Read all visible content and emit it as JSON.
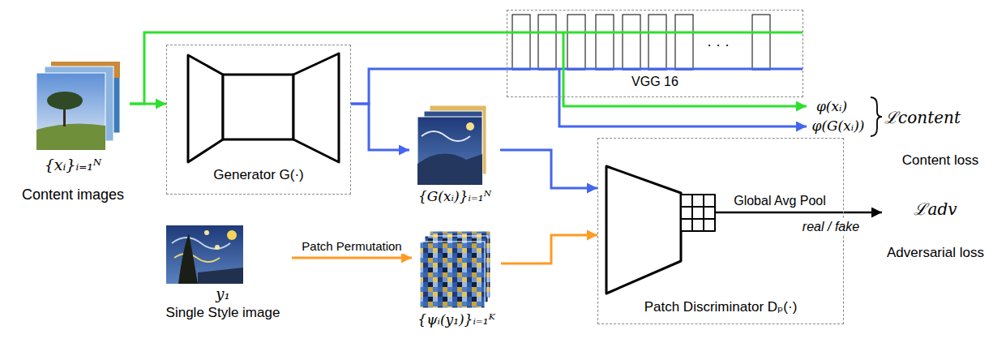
{
  "diagram": {
    "nodes": [
      {
        "text": [
          "{xᵢ}ᵢ₌₁ᴺ",
          "Content images"
        ]
      },
      {
        "text": [
          "Generator G(·)"
        ]
      },
      {
        "text": [
          "· · ·",
          "VGG 16"
        ]
      },
      {
        "text": [
          "{G(xᵢ)}ᵢ₌₁ᴺ"
        ]
      },
      {
        "text": [
          "y₁",
          "Single Style image"
        ]
      },
      {
        "text": [
          "{ψᵢ(y₁)}ᵢ₌₁ᴷ"
        ]
      },
      {
        "text": [
          "Patch Discriminator Dₚ(·)"
        ]
      },
      {
        "text": [
          "φ(xᵢ)"
        ]
      },
      {
        "text": [
          "φ(G(xᵢ))"
        ]
      },
      {
        "text": [
          "ℒadv",
          "Adversarial loss"
        ]
      }
    ],
    "edges": [
      {
        "from": 0,
        "to": 1,
        "arrow": "to"
      },
      {
        "from": 0,
        "to": 2,
        "arrow": "none"
      },
      {
        "from": 1,
        "to": 3,
        "arrow": "to"
      },
      {
        "from": 1,
        "to": 2,
        "arrow": "none"
      },
      {
        "from": 4,
        "to": 5,
        "arrow": "to",
        "label": "Patch Permutation"
      },
      {
        "from": 3,
        "to": 6,
        "arrow": "to"
      },
      {
        "from": 5,
        "to": 6,
        "arrow": "to"
      },
      {
        "from": 2,
        "to": 7,
        "arrow": "to"
      },
      {
        "from": 2,
        "to": 8,
        "arrow": "to"
      },
      {
        "from": 6,
        "to": 9,
        "arrow": "to",
        "label": "Global Avg Pool"
      }
    ],
    "labels": [
      "ℒcontent",
      "Content loss",
      "real / fake"
    ]
  }
}
